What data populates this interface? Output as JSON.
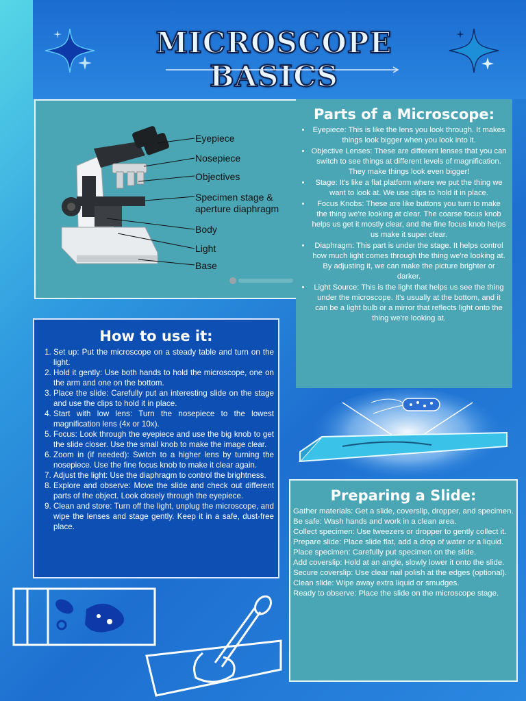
{
  "header": {
    "title": "MICROSCOPE BASICS"
  },
  "diagram": {
    "labels": [
      "Eyepiece",
      "Nosepiece",
      "Objectives",
      "Specimen stage &",
      "aperture diaphragm",
      "Body",
      "Light",
      "Base"
    ]
  },
  "parts": {
    "heading": "Parts of a Microscope:",
    "items": [
      "Eyepiece: This is like the lens you look through. It makes things look bigger when you look into it.",
      "Objective Lenses: These are different lenses that you can switch to see things at different levels of magnification. They make things look even bigger!",
      "Stage: It's like a flat platform where we put the thing we want to look at. We use clips to hold it in place.",
      "Focus Knobs: These are like buttons you turn to make the thing we're looking at clear. The coarse focus knob helps us get it mostly clear, and the fine focus knob helps us make it super clear.",
      "Diaphragm: This part is under the stage. It helps control how much light comes through the thing we're looking at. By adjusting it, we can make the picture brighter or darker.",
      "Light Source: This is the light that helps us see the thing under the microscope. It's usually at the bottom, and it can be a light bulb or a mirror that reflects light onto the thing we're looking at."
    ]
  },
  "howto": {
    "heading": "How to use it:",
    "steps": [
      "Set up: Put the microscope on a steady table and turn on the light.",
      "Hold it gently: Use both hands to hold the microscope, one on the arm and one on the bottom.",
      "Place the slide: Carefully put an interesting slide on the stage and use the clips to hold it in place.",
      "Start with low lens: Turn the nosepiece to the lowest magnification lens (4x or 10x).",
      "Focus: Look through the eyepiece and use the big knob to get the slide closer. Use the small knob to make the image clear.",
      "Zoom in (if needed): Switch to a higher lens by turning the nosepiece. Use the fine focus knob to make it clear again.",
      "Adjust the light: Use the diaphragm to control the brightness.",
      "Explore and observe: Move the slide and check out different parts of the object. Look closely through the eyepiece.",
      "Clean and store: Turn off the light, unplug the microscope, and wipe the lenses and stage gently. Keep it in a safe, dust-free place."
    ]
  },
  "prep": {
    "heading": "Preparing a Slide:",
    "lines": [
      "Gather materials: Get a slide, coverslip, dropper, and specimen.",
      "Be safe: Wash hands and work in a clean area.",
      "Collect specimen: Use tweezers or dropper to gently collect it.",
      "Prepare slide: Place slide flat, add a drop of water or a liquid.",
      "Place specimen: Carefully put specimen on the slide.",
      "Add coverslip: Hold at an angle, slowly lower it onto the slide.",
      "Secure coverslip: Use clear nail polish at the edges (optional).",
      "Clean slide: Wipe away extra liquid or smudges.",
      "Ready to observe: Place the slide on the microscope stage."
    ]
  },
  "colors": {
    "dark_panel": "#0d4fb3",
    "teal_panel": "#4aa5b5",
    "accent": "#1e6fd0"
  }
}
